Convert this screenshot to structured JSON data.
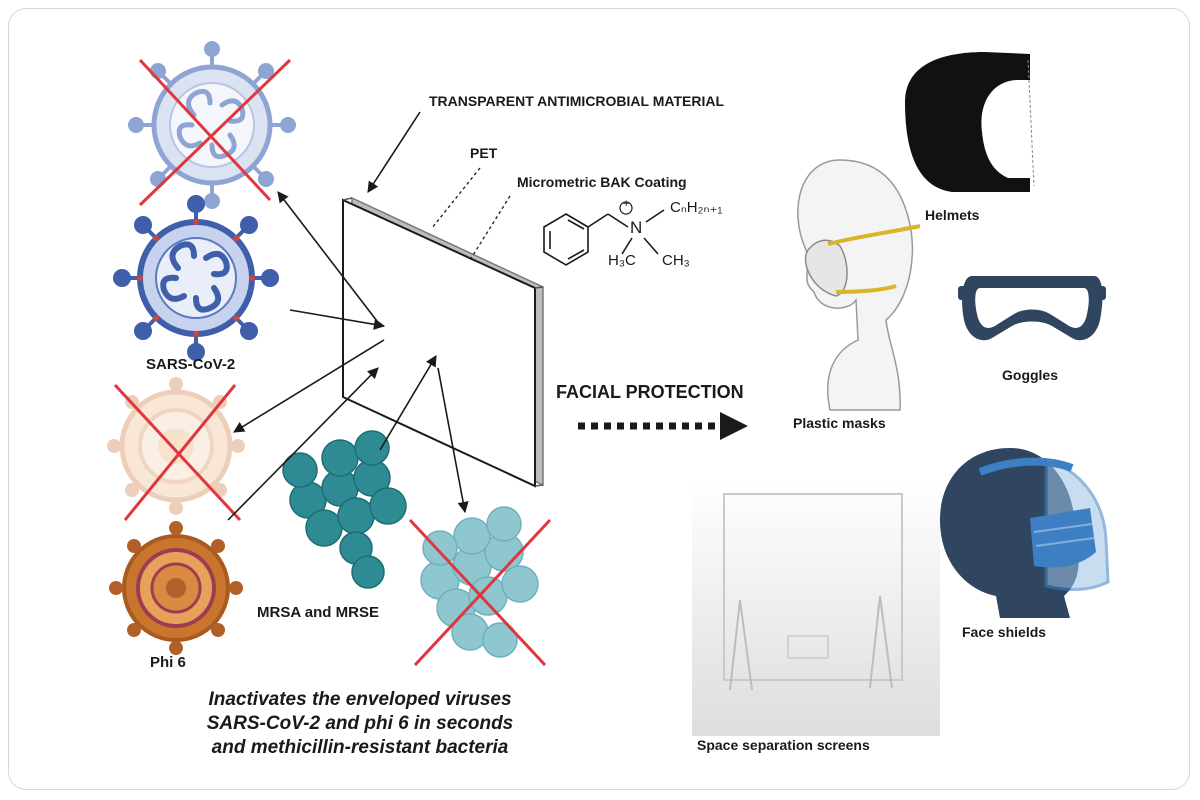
{
  "labels": {
    "material": "TRANSPARENT ANTIMICROBIAL MATERIAL",
    "pet": "PET",
    "coating": "Micrometric BAK Coating",
    "sars": "SARS-CoV-2",
    "phi6": "Phi 6",
    "bacteria": "MRSA and MRSE",
    "facial_protection": "FACIAL PROTECTION",
    "helmets": "Helmets",
    "goggles": "Goggles",
    "plastic_masks": "Plastic masks",
    "face_shields": "Face shields",
    "screens": "Space separation screens"
  },
  "chemistry": {
    "alkyl_chain": "CₙH₂ₙ₊₁",
    "methyl_left": "H₃C",
    "methyl_right": "CH₃",
    "nitrogen": "N",
    "charge": "+"
  },
  "caption": {
    "line1": "Inactivates the enveloped viruses",
    "line2": "SARS-CoV-2  and phi 6 in seconds",
    "line3": "and methicillin-resistant bacteria"
  },
  "colors": {
    "virus_blue": "#3f5faa",
    "virus_blue_light": "#8ea4d2",
    "phi6_orange": "#c9752e",
    "bacteria_teal": "#2e8b93",
    "bacteria_light": "#8fc7d0",
    "cross_red": "#e0363e",
    "dark_navy": "#2f4560",
    "shield_blue": "#3d7fc2"
  },
  "icons": [
    "sars-cov-2-virus-icon",
    "phi6-virus-icon",
    "bacteria-cluster-icon",
    "helmet-icon",
    "goggles-icon",
    "mask-head-icon",
    "face-shield-icon",
    "separation-screen-icon"
  ]
}
